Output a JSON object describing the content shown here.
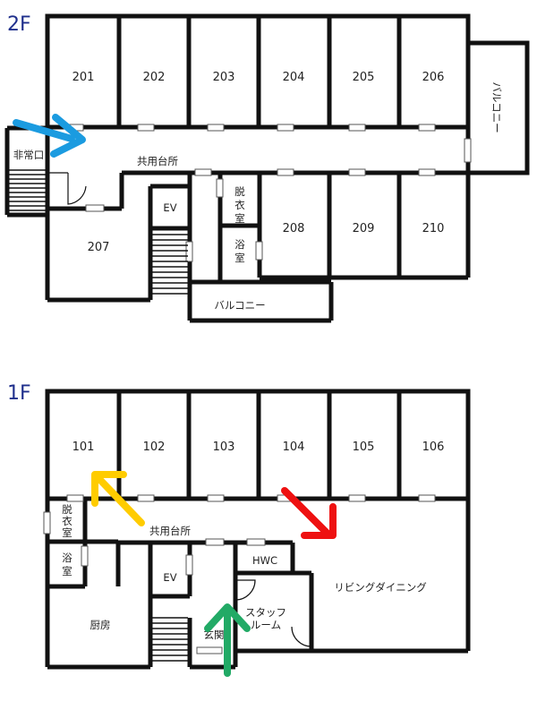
{
  "floors": {
    "second": {
      "label": "2F",
      "rooms": [
        "201",
        "202",
        "203",
        "204",
        "205",
        "206",
        "207",
        "208",
        "209",
        "210"
      ],
      "labels": {
        "emergency_exit": "非常口",
        "common_kitchen": "共用台所",
        "elevator": "EV",
        "changing_room": "脱衣室",
        "bathroom": "浴室",
        "balcony": "バルコニー",
        "balcony_side": "バルコニー"
      }
    },
    "first": {
      "label": "1F",
      "rooms": [
        "101",
        "102",
        "103",
        "104",
        "105",
        "106"
      ],
      "labels": {
        "changing_room": "脱衣室",
        "bathroom": "浴室",
        "common_kitchen": "共用台所",
        "elevator": "EV",
        "hwc": "HWC",
        "living_dining": "リビングダイニング",
        "staff_room": "スタッフルーム",
        "kitchen": "厨房",
        "entrance": "玄関"
      }
    }
  },
  "arrow_colors": {
    "emergency_exit_2f": "#1b9be0",
    "room_101": "#ffcc00",
    "living_1f": "#ee1111",
    "entrance_1f": "#22aa66"
  }
}
